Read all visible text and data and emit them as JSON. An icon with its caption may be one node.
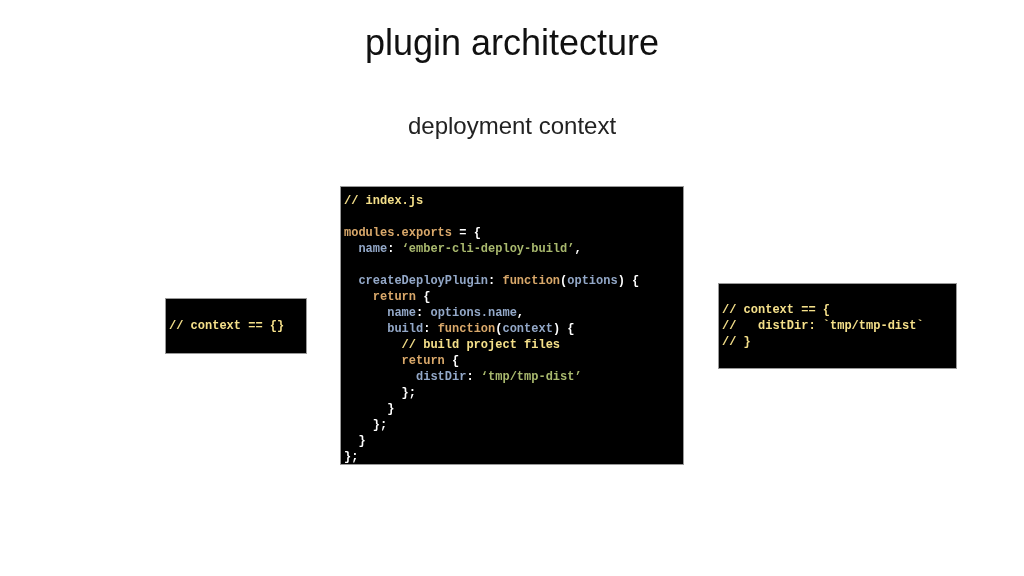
{
  "diagram": {
    "title": "plugin architecture",
    "nodes": [
      {
        "text": [
          "// context == {}"
        ]
      },
      {
        "text": [
          "// index.js",
          "modules.exports = {",
          "  name: ‘ember-cli-deploy-build’,",
          "  createDeployPlugin: function(options) {",
          "    return {",
          "      name: options.name,",
          "      build: function(context) {",
          "        // build project files",
          "        return {",
          "          distDir: ‘tmp/tmp-dist’",
          "        };",
          "      }",
          "    };",
          "  }",
          "};"
        ]
      },
      {
        "text": [
          "// context == {",
          "//   distDir: `tmp/tmp-dist`",
          "// }"
        ]
      }
    ],
    "labels": [
      "deployment context"
    ]
  }
}
